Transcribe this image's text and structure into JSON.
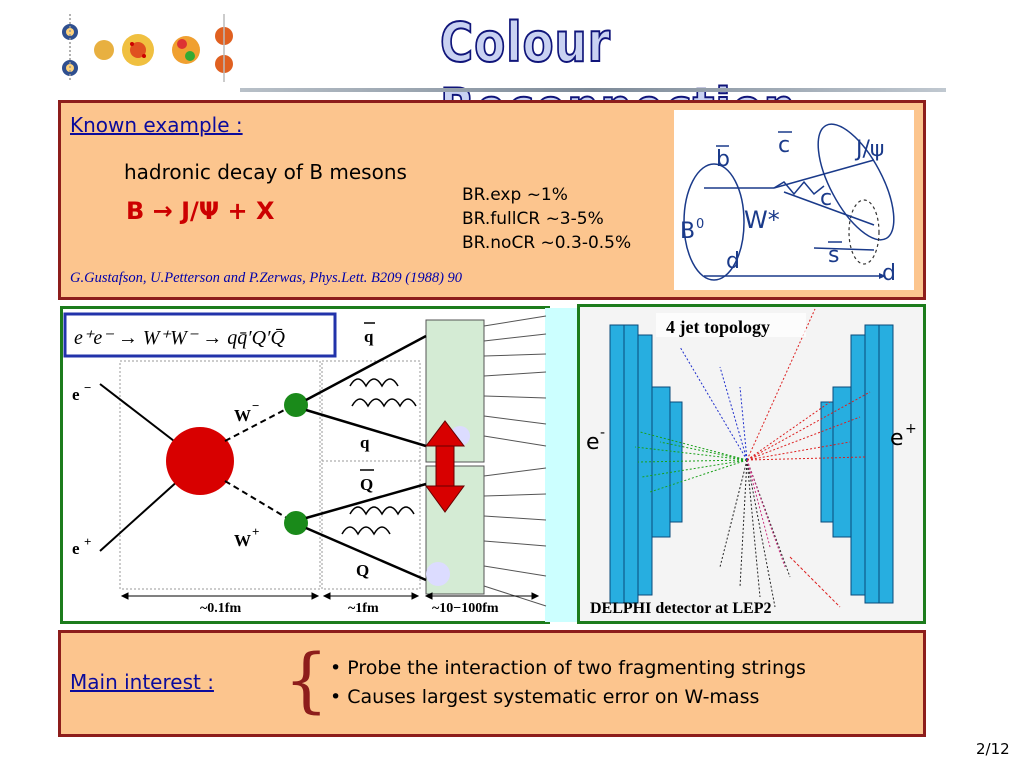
{
  "title": "Colour Reconnection",
  "known_example": {
    "heading": "Known example :",
    "line1": "hadronic decay of B mesons",
    "decay": "B → J/Ψ + X",
    "br": [
      "BR.exp ~1%",
      "BR.fullCR ~3-5%",
      "BR.noCR ~0.3-0.5%"
    ],
    "citation": "G.Gustafson, U.Petterson and P.Zerwas, Phys.Lett. B209 (1988) 90"
  },
  "b_diagram": {
    "labels": {
      "bbar": "b",
      "cbar": "c",
      "jpsi": "J/ψ",
      "c": "c",
      "w": "W*",
      "b0": "B",
      "b0_sup": "0",
      "sbar": "s",
      "d1": "d",
      "d2": "d"
    }
  },
  "feynman": {
    "reaction": "e⁺e⁻ → W⁺W⁻ → qq̄′Q′Q̄",
    "labels": {
      "e_minus": "e",
      "e_plus": "e",
      "w_minus": "W",
      "w_plus": "W",
      "qbar": "q",
      "q": "q",
      "Qbar": "Q",
      "Q": "Q"
    },
    "scales": [
      "~0.1fm",
      "~1fm",
      "~10−100fm"
    ]
  },
  "detector": {
    "topology": "4 jet topology",
    "e_minus": "e",
    "e_plus": "e",
    "caption": "DELPHI detector at LEP2"
  },
  "main_interest": {
    "heading": "Main interest :",
    "bullets": [
      "• Probe the interaction of two fragmenting strings",
      "• Causes largest systematic error on W-mass"
    ]
  },
  "page": "2/12",
  "colors": {
    "box_fill": "#fcc58e",
    "box_border": "#8d1d1b",
    "heading": "#0b0b9c",
    "accent_red": "#cc0000",
    "panel_border": "#1c7c1c"
  }
}
